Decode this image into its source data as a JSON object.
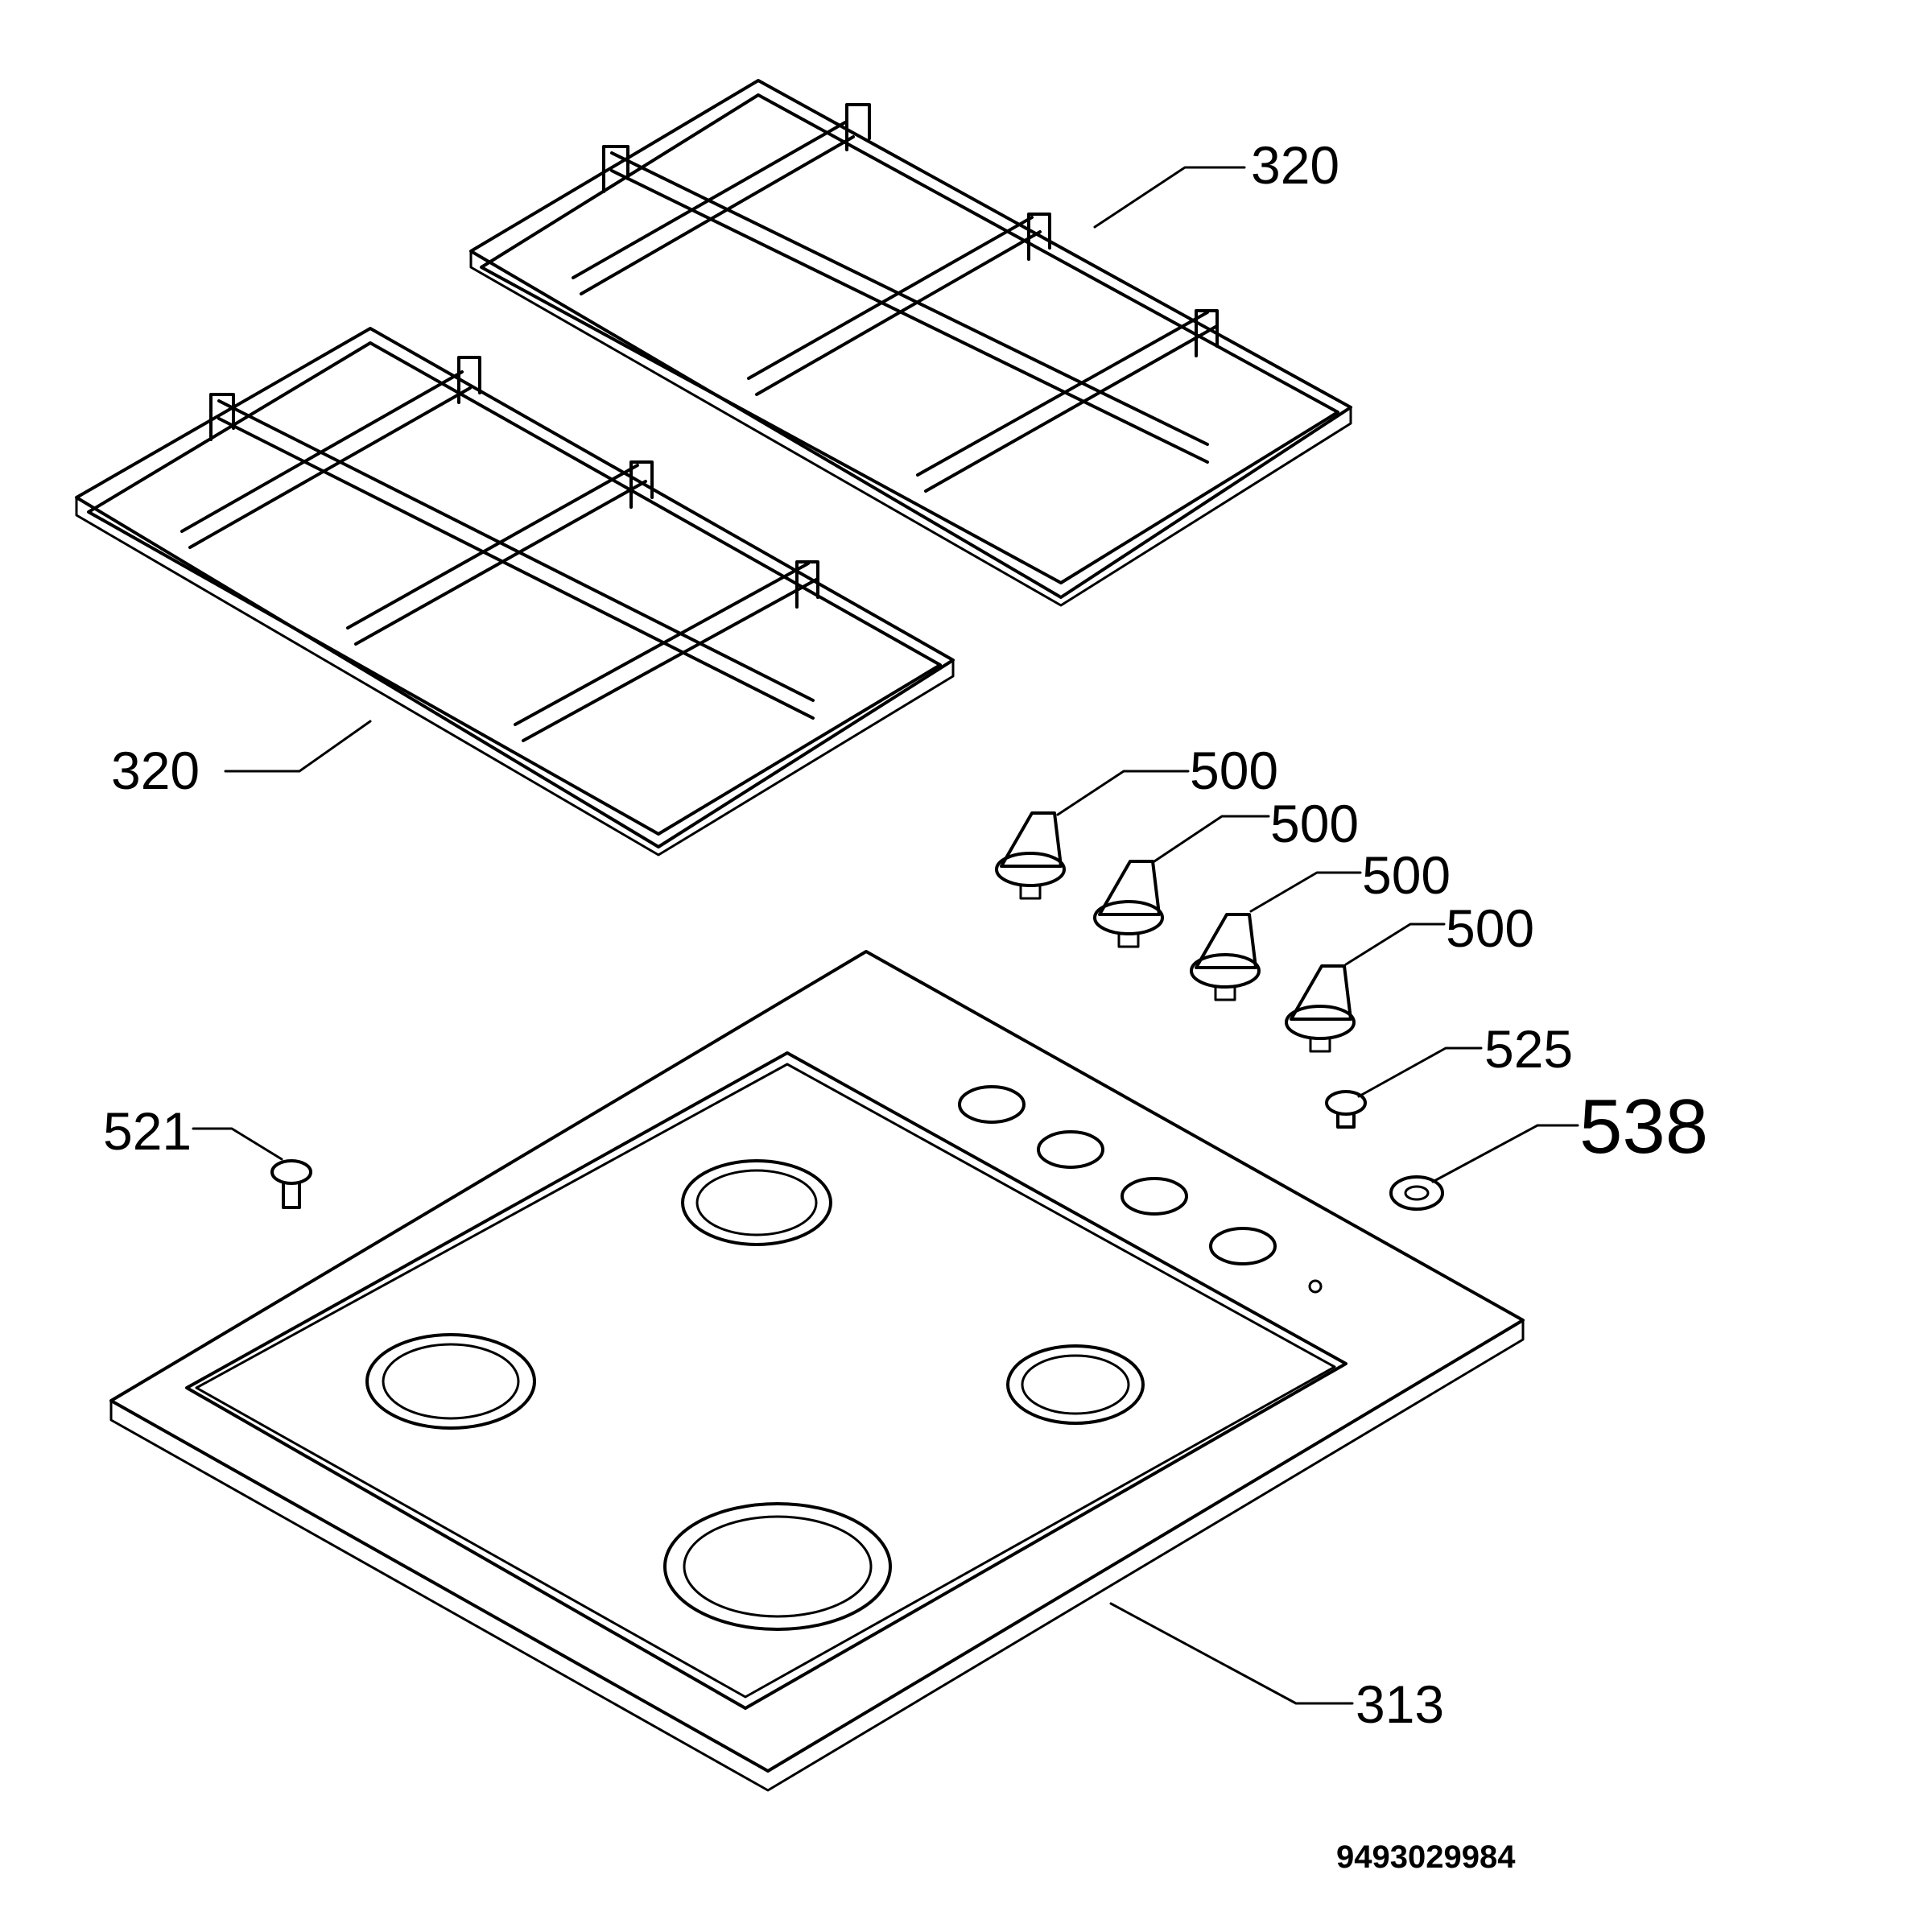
{
  "labels": {
    "grate_top": "320",
    "grate_bottom": "320",
    "knob_1": "500",
    "knob_2": "500",
    "knob_3": "500",
    "knob_4": "500",
    "part_525": "525",
    "part_538": "538",
    "part_521": "521",
    "hob_panel": "313",
    "drawing_number": "9493029984"
  }
}
